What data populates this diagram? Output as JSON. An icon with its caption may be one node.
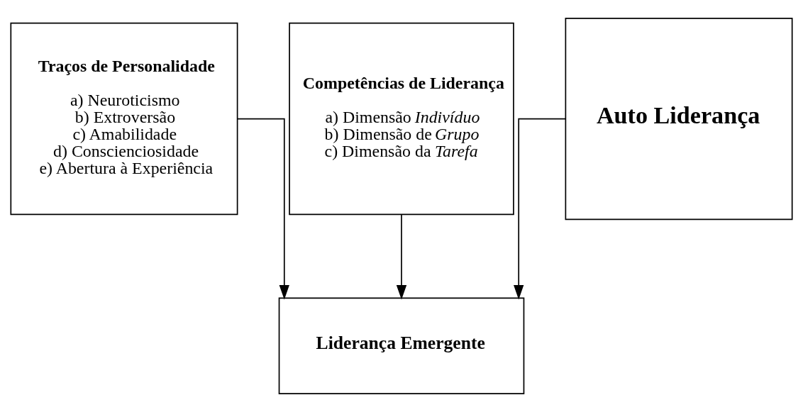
{
  "diagram": {
    "nodes": [
      {
        "text": [
          "Traços de Personalidade",
          "a) Neuroticismo",
          "b) Extroversão",
          "c) Amabilidade",
          "d) Conscienciosidade",
          "e) Abertura à Experiência"
        ]
      },
      {
        "text": [
          "Competências de Liderança",
          "a) Dimensão *Indivíduo*",
          "b) Dimensão de *Grupo*",
          "c) Dimensão da *Tarefa*"
        ]
      },
      {
        "text": [
          "Auto Liderança"
        ]
      },
      {
        "text": [
          "Liderança Emergente"
        ]
      }
    ],
    "edges": [
      {
        "from": 0,
        "to": 3,
        "arrow": "to"
      },
      {
        "from": 1,
        "to": 3,
        "arrow": "to"
      },
      {
        "from": 2,
        "to": 3,
        "arrow": "to"
      }
    ]
  }
}
